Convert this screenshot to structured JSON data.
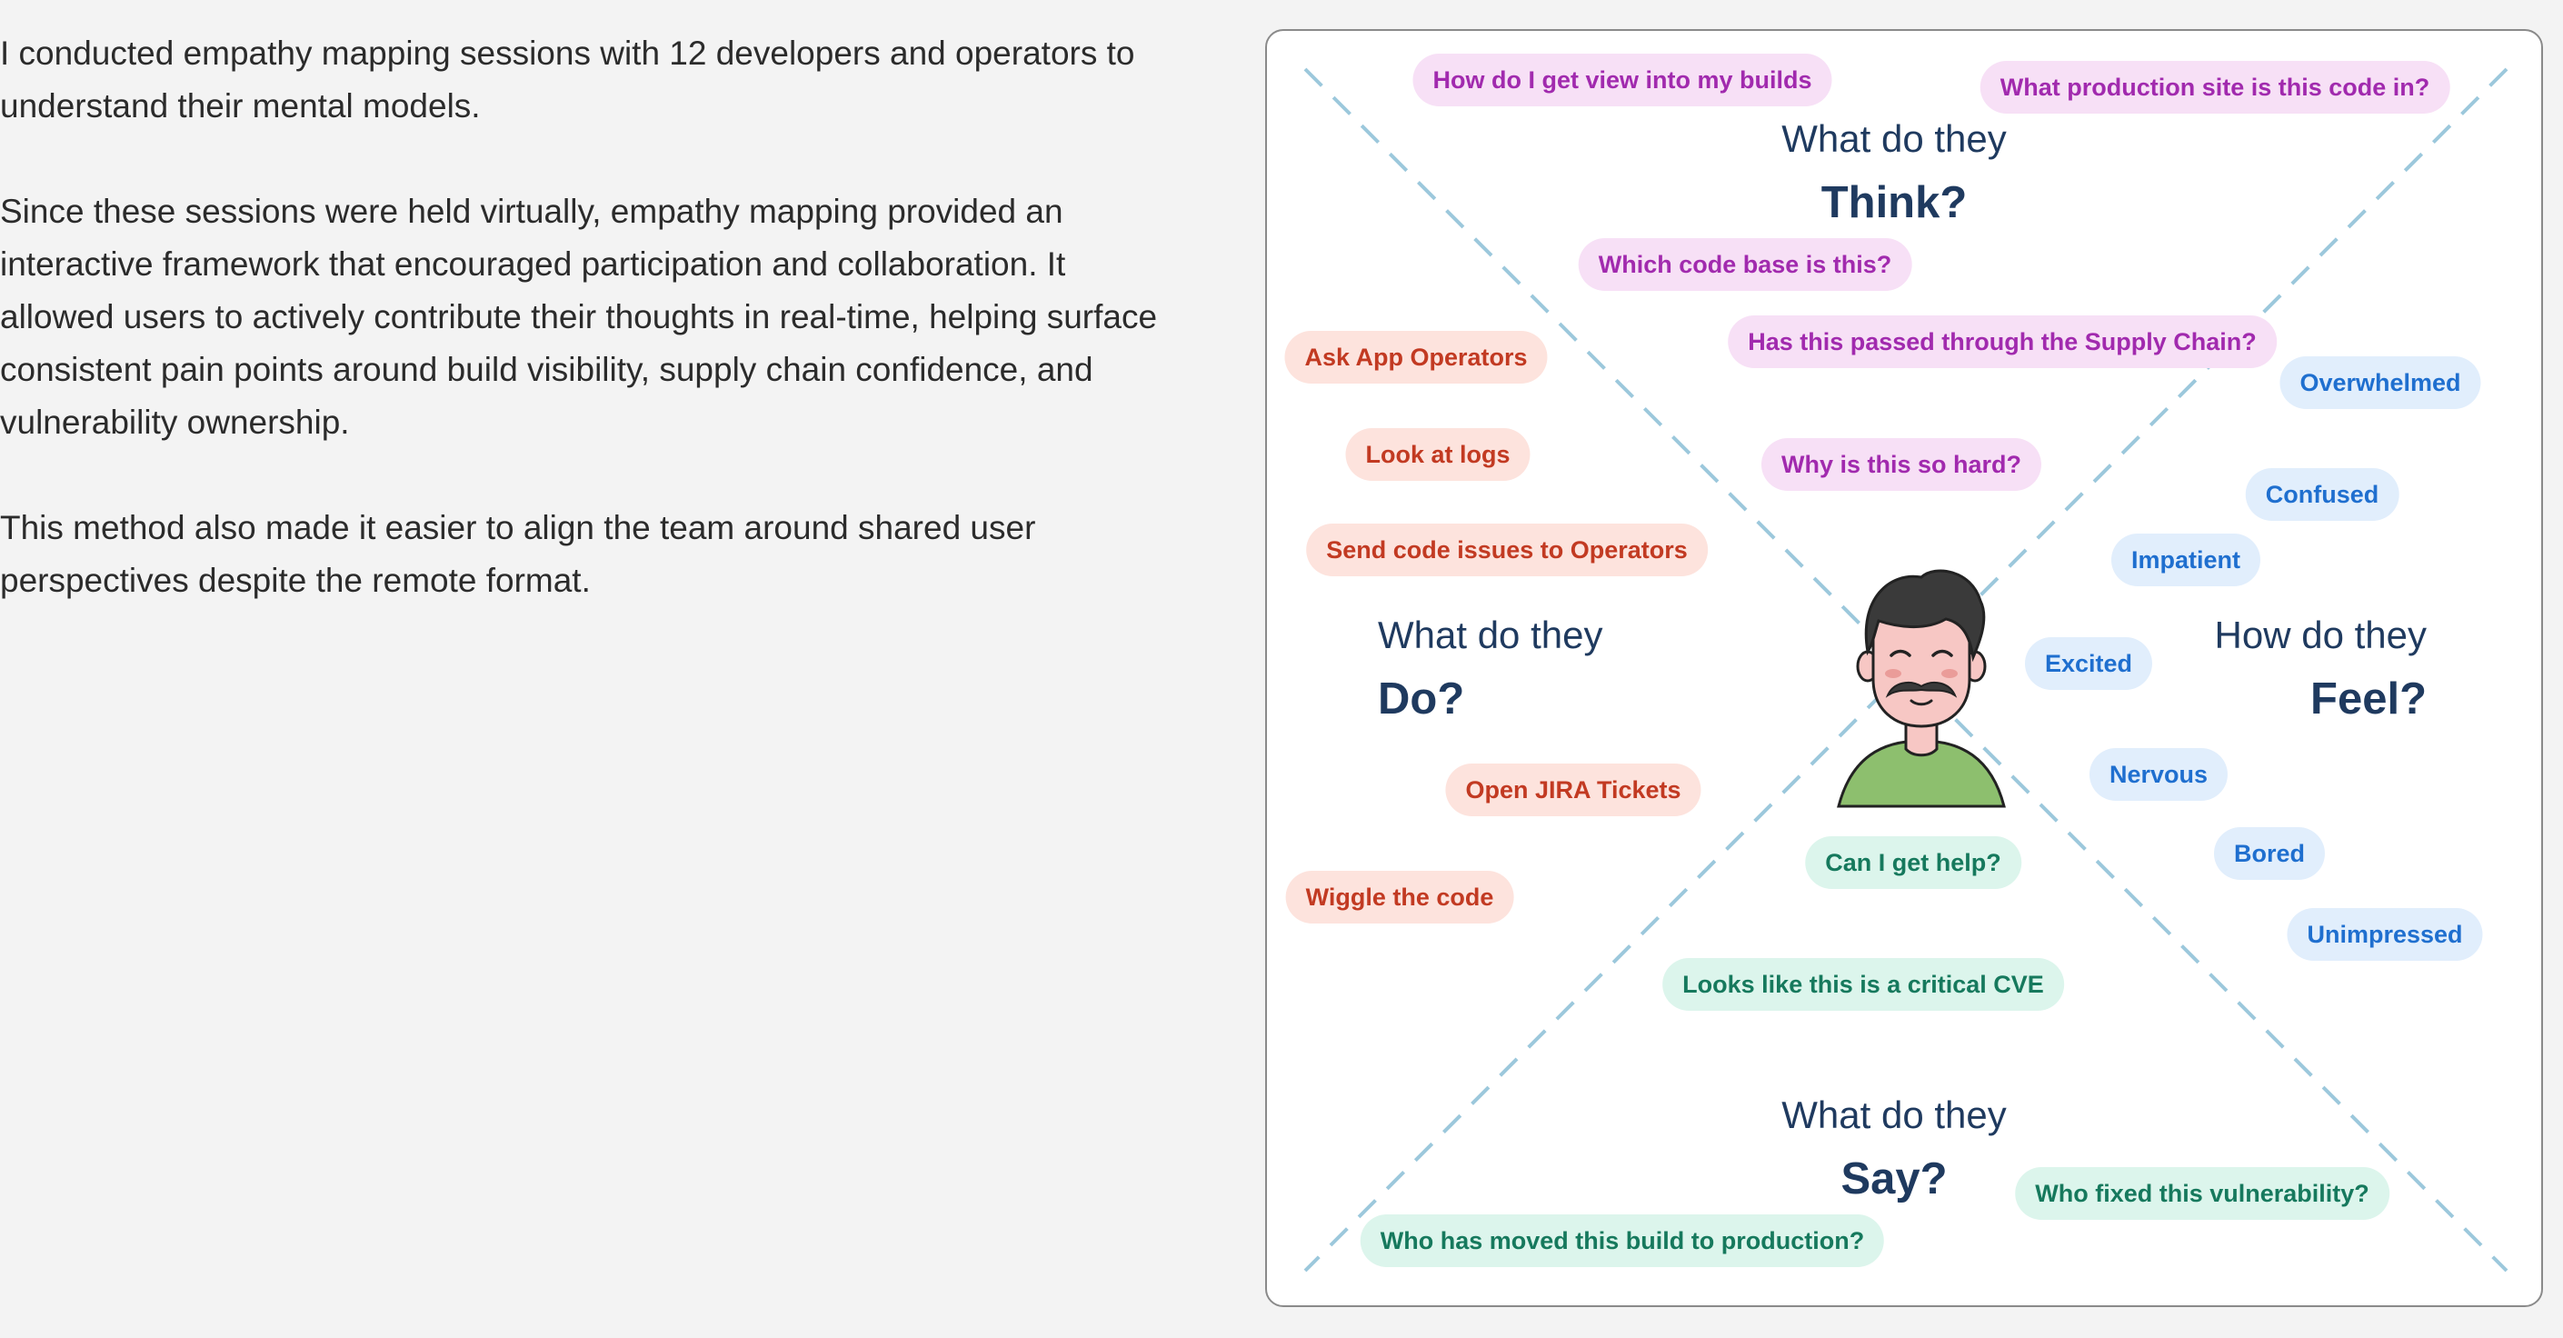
{
  "intro": {
    "paragraphs": [
      "I conducted empathy mapping sessions with 12 developers and operators to understand their mental models.",
      "Since these sessions were held virtually, empathy mapping provided an interactive framework that encouraged participation and collaboration. It allowed users to actively contribute their thoughts in real-time, helping surface consistent pain points around build visibility, supply chain confidence, and vulnerability ownership.",
      "This method also made it easier to align the team around shared user perspectives despite the remote format."
    ]
  },
  "empathy_map": {
    "colors": {
      "think": "#a12aae",
      "think_bg": "#f7e0f6",
      "do": "#c23a22",
      "do_bg": "#fde3dd",
      "feel": "#1f6fcf",
      "feel_bg": "#e1eefc",
      "say": "#16795d",
      "say_bg": "#dcf5ec",
      "heading": "#1f3a5f",
      "divider": "#9cc8dc"
    },
    "quadrants": {
      "think": {
        "prefix": "What do they",
        "title": "Think?",
        "items": [
          "How do I get view into my builds",
          "What production site is this code in?",
          "Which code base is this?",
          "Has this passed through the Supply Chain?",
          "Why is this so hard?"
        ]
      },
      "do": {
        "prefix": "What do they",
        "title": "Do?",
        "items": [
          "Ask App Operators",
          "Look at logs",
          "Send code issues to Operators",
          "Open JIRA Tickets",
          "Wiggle the code"
        ]
      },
      "feel": {
        "prefix": "How do they",
        "title": "Feel?",
        "items": [
          "Overwhelmed",
          "Confused",
          "Impatient",
          "Excited",
          "Nervous",
          "Bored",
          "Unimpressed"
        ]
      },
      "say": {
        "prefix": "What do they",
        "title": "Say?",
        "items": [
          "Can I get help?",
          "Looks like this is a critical CVE",
          "Who fixed this vulnerability?",
          "Who has moved this build to production?"
        ]
      }
    },
    "center_icon": "user-avatar-icon"
  }
}
